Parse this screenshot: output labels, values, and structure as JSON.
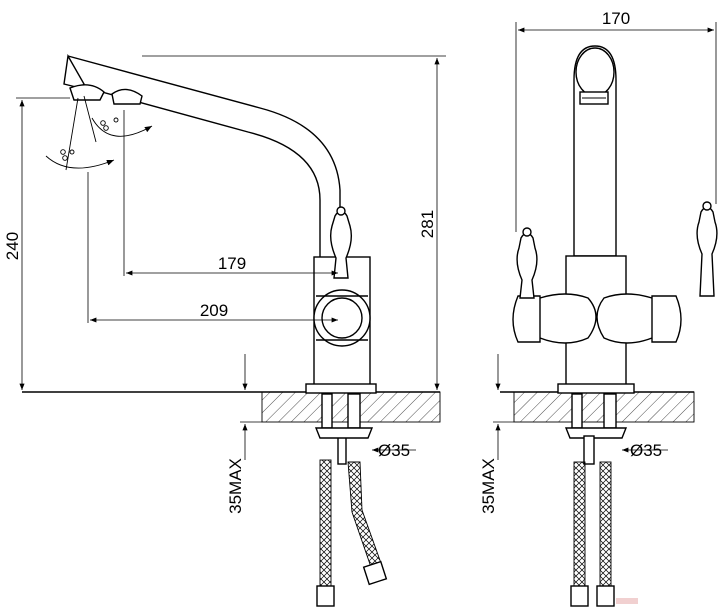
{
  "dimensions": {
    "height_total": "281",
    "height_spout": "240",
    "reach_inner": "179",
    "reach_outer": "209",
    "width_total": "170",
    "hole_side": "Ø35",
    "hole_front": "Ø35",
    "max_thickness_side": "35MAX",
    "max_thickness_front": "35MAX"
  },
  "colors": {
    "line": "#000000",
    "background": "#ffffff",
    "watermark": "#e8b0b0"
  }
}
